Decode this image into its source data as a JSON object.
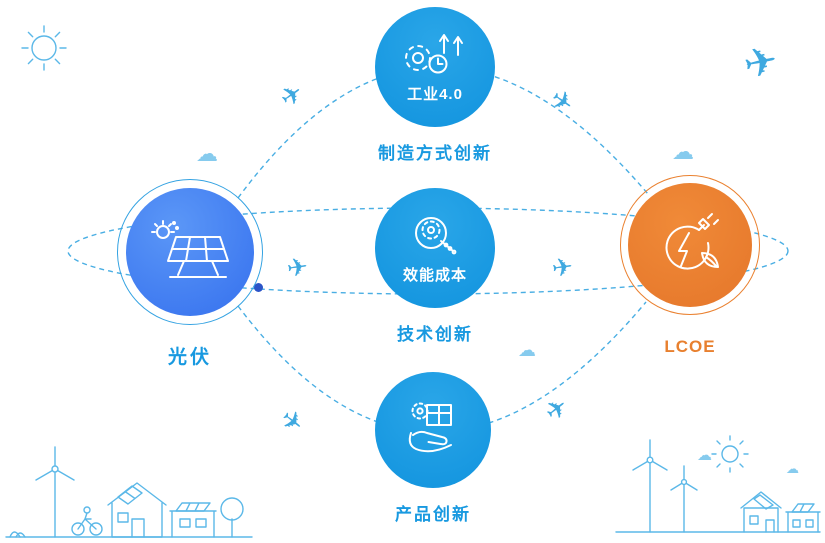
{
  "palette": {
    "primary_blue": "#1598E2",
    "royal_blue": "#3C7BF2",
    "accent_orange": "#E8802F",
    "line_blue": "#49AEE3"
  },
  "nodes": {
    "pv": {
      "label": "光伏"
    },
    "lcoe": {
      "label": "LCOE"
    },
    "manufacturing": {
      "badge": "工业4.0",
      "label": "制造方式创新"
    },
    "technology": {
      "badge": "效能成本",
      "label": "技术创新"
    },
    "product": {
      "label": "产品创新"
    }
  },
  "icons": {
    "plane_glyph": "✈",
    "cloud_glyph": "☁",
    "pv_icon": "solar-panel-sun-icon",
    "lcoe_icon": "plug-leaf-energy-icon",
    "manufacturing_icon": "gears-growth-arrows-icon",
    "technology_icon": "head-gears-icon",
    "product_icon": "hand-box-gear-icon",
    "decor_top_left": "sun-line-art",
    "decor_top_right": "airplane-line-art",
    "decor_bottom_left": "eco-village-wind-turbine-scene",
    "decor_bottom_right": "wind-solar-houses-scene"
  }
}
